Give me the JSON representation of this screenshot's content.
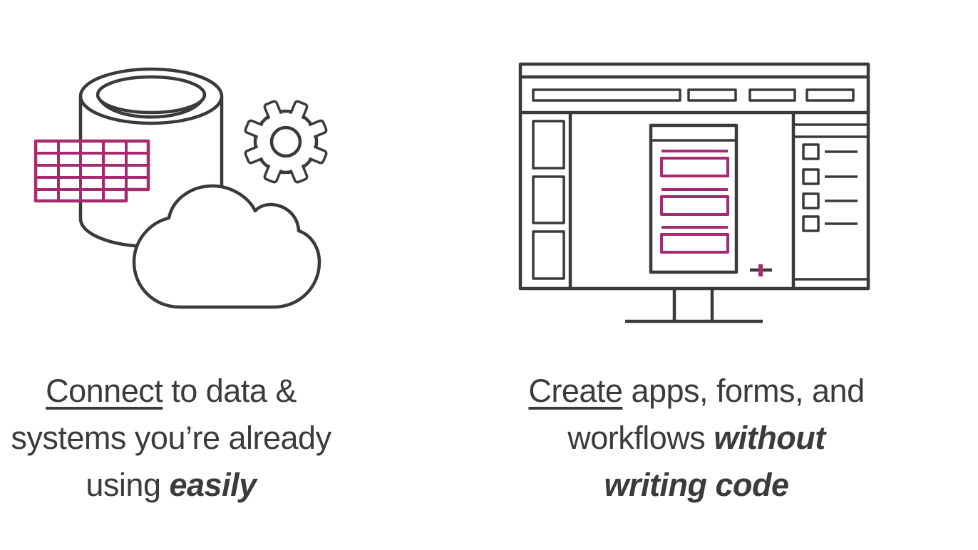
{
  "colors": {
    "outline": "#3a3a3c",
    "text": "#3b3b3d",
    "accent": "#a62b6e",
    "background": "#ffffff"
  },
  "columns": [
    {
      "id": "connect",
      "illustration": "database-spreadsheet-gear-cloud",
      "caption": {
        "line1_underlined": "Connect",
        "line1_rest": " to data &",
        "line2": "systems you’re already",
        "line3_normal": "using ",
        "line3_emphasis": "easily"
      }
    },
    {
      "id": "create",
      "illustration": "app-builder-monitor",
      "caption": {
        "line1_underlined": "Create",
        "line1_rest": " apps, forms, and",
        "line2_normal": "workflows ",
        "line2_emphasis": "without",
        "line3_emphasis": "writing code"
      }
    }
  ]
}
